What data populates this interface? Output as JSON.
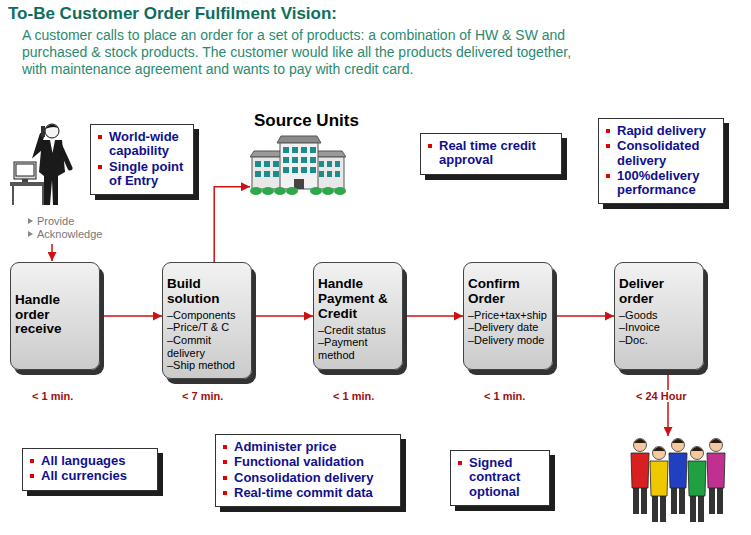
{
  "diagram": {
    "title": "To-Be Customer Order Fulfilment Vision:",
    "nodes": [
      {
        "text": [
          "World-wide capability",
          "Single point of Entry"
        ]
      },
      {
        "text": [
          "Source Units"
        ]
      },
      {
        "text": [
          "Real time credit approval"
        ]
      },
      {
        "text": [
          "Rapid delivery",
          "Consolidated delivery",
          "100%delivery performance"
        ]
      },
      {
        "text": [
          "Handle order receive"
        ]
      },
      {
        "text": [
          "Build solution",
          "–Components",
          "–Price/T & C",
          "–Commit delivery",
          "–Ship method"
        ]
      },
      {
        "text": [
          "Handle Payment & Credit",
          "–Credit status",
          "–Payment method"
        ]
      },
      {
        "text": [
          "Confirm Order",
          "–Price+tax+ship",
          "–Delivery date",
          "–Delivery mode"
        ]
      },
      {
        "text": [
          "Deliver order",
          "–Goods",
          "–Invoice",
          "–Doc."
        ]
      },
      {
        "text": [
          "All languages",
          "All currencies"
        ]
      },
      {
        "text": [
          "Administer price",
          "Functional validation",
          "Consolidation delivery",
          "Real-time commit data"
        ]
      },
      {
        "text": [
          "Signed contract optional"
        ]
      }
    ],
    "edges": [
      {
        "from": 4,
        "to": 5,
        "arrow": "to"
      },
      {
        "from": 5,
        "to": 6,
        "arrow": "to"
      },
      {
        "from": 6,
        "to": 7,
        "arrow": "to"
      },
      {
        "from": 7,
        "to": 8,
        "arrow": "to"
      },
      {
        "from": 5,
        "to": 1,
        "arrow": "to"
      }
    ],
    "labels": [
      "A customer calls to place an order for a set of products: a combination of HW & SW and purchased & stock products. The customer would like all the products delivered together, with maintenance agreement and wants to pay with credit card.",
      "Provide",
      "Acknowledge",
      "< 1 min.",
      "< 7 min.",
      "< 1 min.",
      "< 1 min.",
      "< 24 Hour"
    ]
  }
}
